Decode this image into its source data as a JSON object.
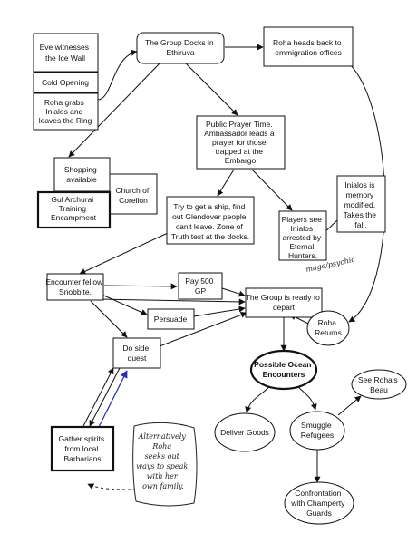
{
  "nodes": {
    "eve_ice_wall": [
      "Eve witnesses",
      "the Ice Wall"
    ],
    "cold_opening": [
      "Cold Opening"
    ],
    "roha_grabs": [
      "Roha grabs",
      "Inialos and",
      "leaves the Ring"
    ],
    "group_docks": [
      "The Group Docks in",
      "Ethiruva"
    ],
    "roha_heads_back": [
      "Roha heads back to",
      "emmigration offices"
    ],
    "public_prayer": [
      "Public Prayer Time.",
      "Ambassador leads a",
      "prayer for those",
      "trapped at the",
      "Embargo"
    ],
    "shopping": [
      "Shopping",
      "available"
    ],
    "gul_archurai": [
      "Gul Archurai",
      "Training",
      "Encampment"
    ],
    "church": [
      "Church of",
      "Corellon"
    ],
    "try_ship": [
      "Try to get a ship, find",
      "out Glendover people",
      "can't leave. Zone of",
      "Truth test at the docks."
    ],
    "players_see": [
      "Players see",
      "Inialos",
      "arrested by",
      "Eternal",
      "Hunters."
    ],
    "inialos_memory": [
      "Inialos is",
      "memory",
      "modified.",
      "Takes the",
      "fall."
    ],
    "encounter_fellow": [
      "Encounter fellow",
      "Snobbite."
    ],
    "pay_500": [
      "Pay 500",
      "GP"
    ],
    "persuade": [
      "Persuade"
    ],
    "group_ready": [
      "The Group is ready to",
      "depart"
    ],
    "roha_returns": [
      "Roha",
      "Returns"
    ],
    "do_side_quest": [
      "Do side",
      "quest"
    ],
    "possible_ocean": [
      "Possible Ocean",
      "Encounters"
    ],
    "see_rohas_beau": [
      "See Roha's",
      "Beau"
    ],
    "deliver_goods": [
      "Deliver Goods"
    ],
    "smuggle_refugees": [
      "Smuggle",
      "Refugees"
    ],
    "gather_spirits": [
      "Gather spirits",
      "from local",
      "Barbarians"
    ],
    "confrontation": [
      "Confrontation",
      "with Champerty",
      "Guards"
    ]
  },
  "notes": {
    "mage_psychic": "mage/psychic",
    "alternatively": [
      "Alternatively",
      "Roha",
      "seeks out",
      "ways to speak",
      "with her",
      "own family."
    ]
  }
}
